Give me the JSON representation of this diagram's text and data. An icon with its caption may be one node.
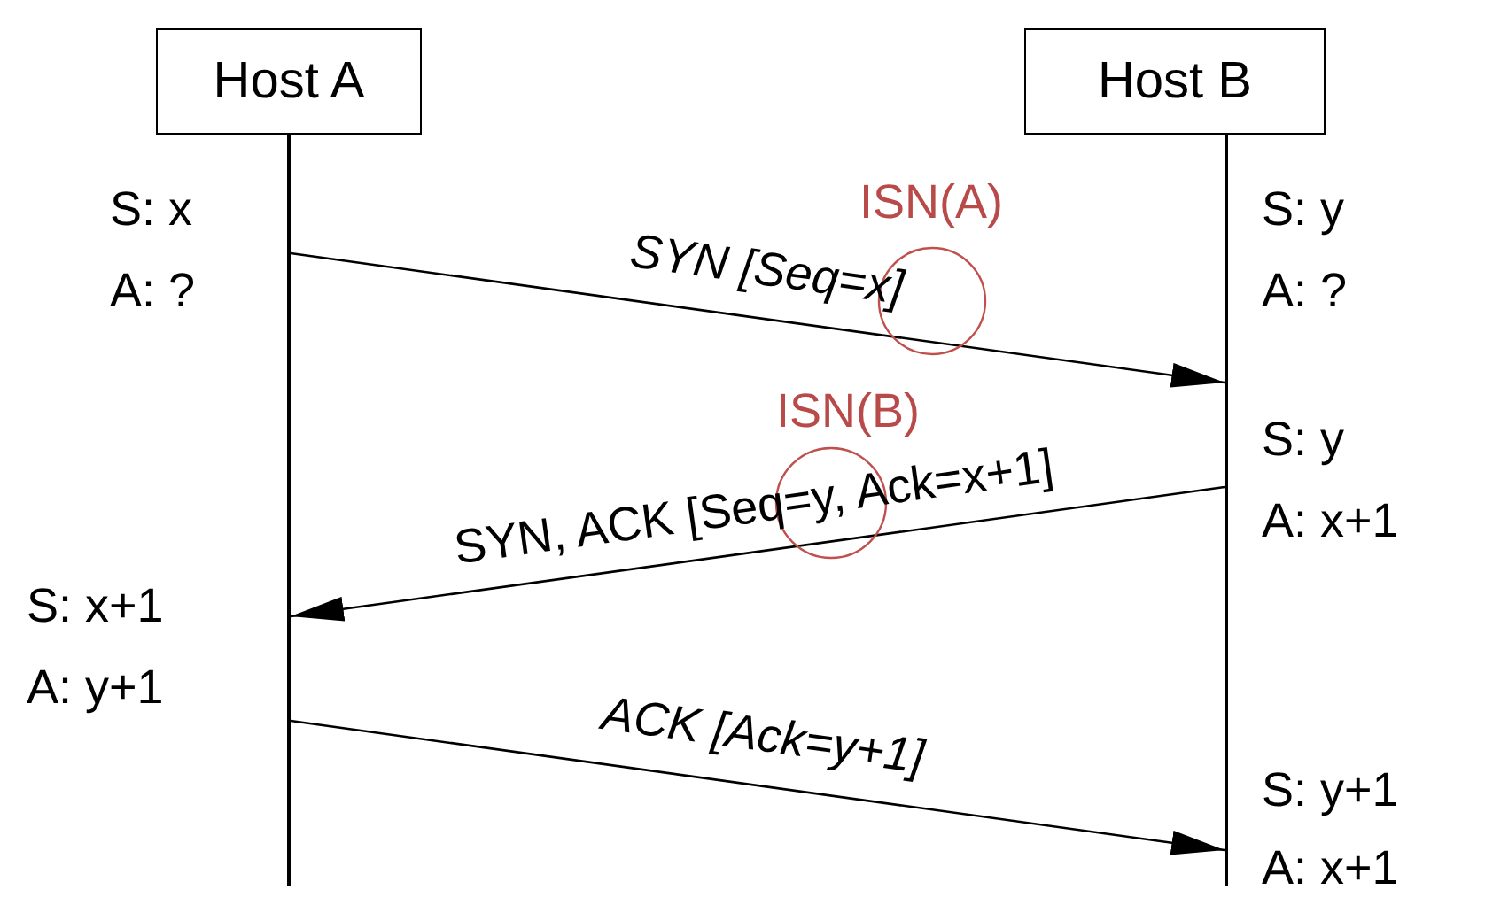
{
  "diagram": {
    "nodes": [
      {
        "text": [
          "Host A"
        ]
      },
      {
        "text": [
          "Host B"
        ]
      },
      {
        "text": [],
        "shape": "line"
      },
      {
        "text": [],
        "shape": "line"
      }
    ],
    "edges": [
      {
        "from": 2,
        "to": 3,
        "arrow": "to",
        "label": "SYN [Seq=x]"
      },
      {
        "from": 3,
        "to": 2,
        "arrow": "to",
        "label": "SYN, ACK [Seq=y, Ack=x+1]"
      },
      {
        "from": 2,
        "to": 3,
        "arrow": "to",
        "label": "ACK [Ack=y+1]"
      }
    ],
    "labels": [
      "S: x",
      "A: ?",
      "ISN(A)",
      "S: y",
      "A: ?",
      "ISN(B)",
      "S: y",
      "A: x+1",
      "S: x+1",
      "A: y+1",
      "S: y+1",
      "A: x+1"
    ]
  }
}
